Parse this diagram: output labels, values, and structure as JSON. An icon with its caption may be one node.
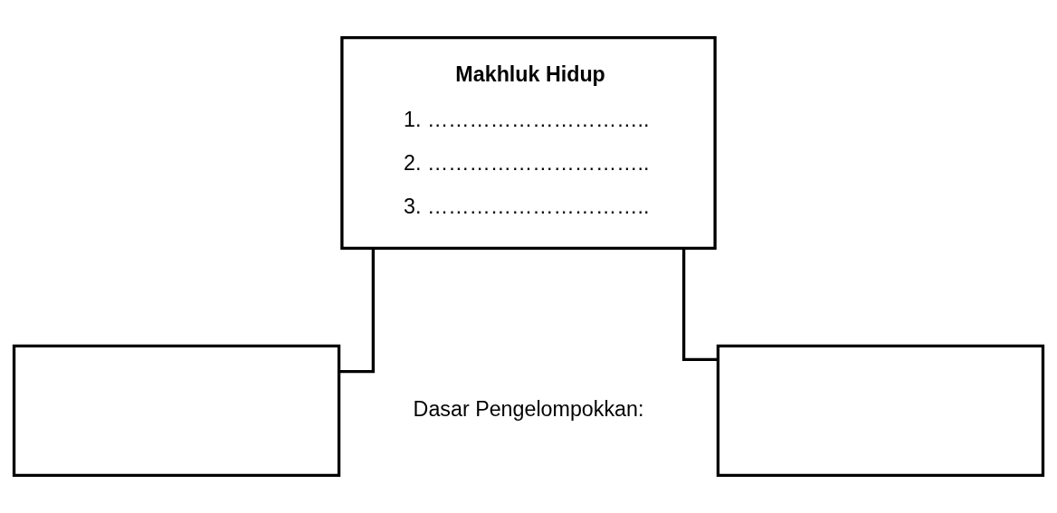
{
  "diagram": {
    "nodes": [
      {
        "text": [
          "Makhluk Hidup",
          "1. …………………………..",
          "2. …………………………..",
          "3. ………………………….."
        ]
      },
      {
        "text": [],
        "shape": "box"
      },
      {
        "text": [],
        "shape": "box"
      }
    ],
    "edges": [
      {
        "from": 0,
        "to": 1,
        "arrow": "none"
      },
      {
        "from": 0,
        "to": 2,
        "arrow": "none"
      }
    ],
    "labels": [
      "Dasar Pengelompokkan:"
    ]
  }
}
